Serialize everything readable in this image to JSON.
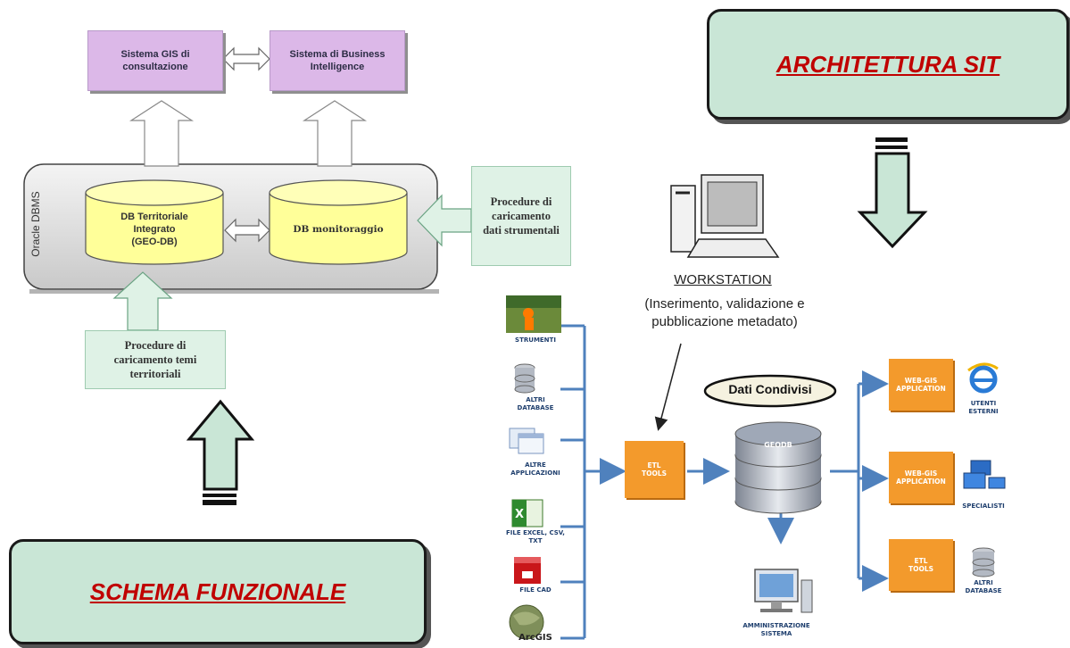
{
  "left": {
    "gis_box": "Sistema GIS di\nconsultazione",
    "bi_box": "Sistema di Business\nIntelligence",
    "dbms_label": "Oracle DBMS",
    "db_territoriale": "DB Territoriale\nIntegrato\n(GEO-DB)",
    "db_monitoraggio": "DB monitoraggio",
    "proc_strumentali": "Procedure di\ncaricamento\ndati strumentali",
    "proc_territoriali": "Procedure di\ncaricamento temi\nterritoriali",
    "banner": "SCHEMA FUNZIONALE"
  },
  "right": {
    "banner": "ARCHITETTURA SIT",
    "workstation_title": "WORKSTATION",
    "workstation_desc": "(Inserimento, validazione e\npubblicazione metadato)",
    "sources": [
      "STRUMENTI",
      "ALTRI\nDATABASE",
      "ALTRE\nAPPLICAZIONI",
      "FILE EXCEL, CSV,\nTXT",
      "FILE CAD",
      "ArcGIS"
    ],
    "etl_main": "ETL\nTOOLS",
    "dati_condivisi": "Dati Condivisi",
    "geodb": "GEODB",
    "admin": "AMMINISTRAZIONE\nSISTEMA",
    "outputs": [
      "WEB-GIS\nAPPLICATION",
      "WEB-GIS\nAPPLICATION",
      "ETL\nTOOLS"
    ],
    "targets": [
      "UTENTI\nESTERNI",
      "SPECIALISTI",
      "ALTRI\nDATABASE"
    ]
  },
  "colors": {
    "banner_text": "#c00000",
    "banner_fill": "#c9e6d6",
    "purple": "#dcb8e8",
    "yellow_db": "#ffff99",
    "orange": "#f39a2c",
    "flow_blue": "#4f81bd"
  }
}
